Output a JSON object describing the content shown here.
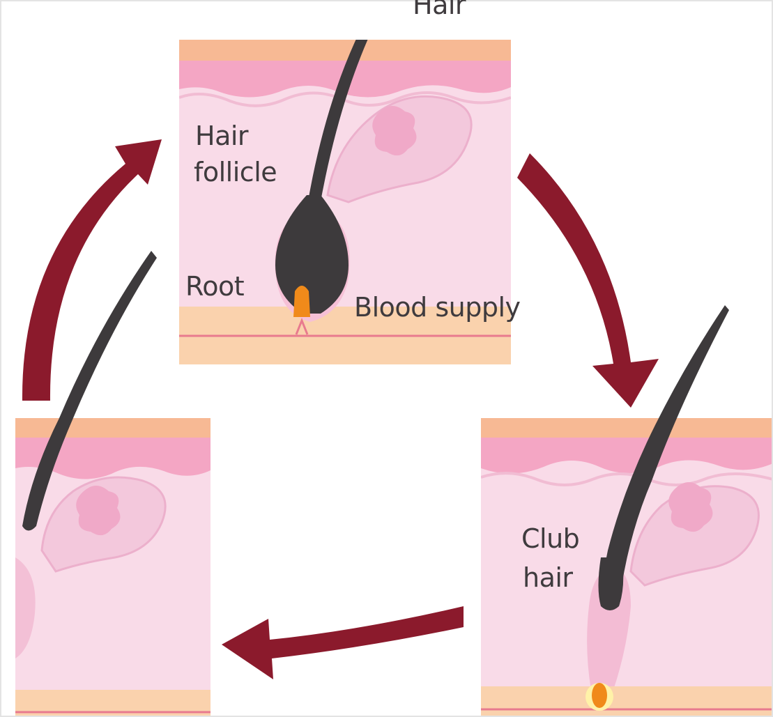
{
  "labels": {
    "hair": "Hair",
    "hair_follicle_line1": "Hair",
    "hair_follicle_line2": "follicle",
    "root": "Root",
    "blood_supply": "Blood supply",
    "club_hair_line1": "Club",
    "club_hair_line2": "hair"
  },
  "colors": {
    "skin_top": "#f7b994",
    "epidermis": "#f4a6c4",
    "dermis": "#f9dbe8",
    "fat_layer": "#fad2ad",
    "hair": "#3d3a3c",
    "bulb_papilla": "#f08a1a",
    "arrow": "#8b1a2c",
    "text": "#3f3b3e"
  },
  "icons": [
    "cycle-arrow-icon",
    "hair-strand-icon",
    "sebaceous-gland-icon"
  ]
}
